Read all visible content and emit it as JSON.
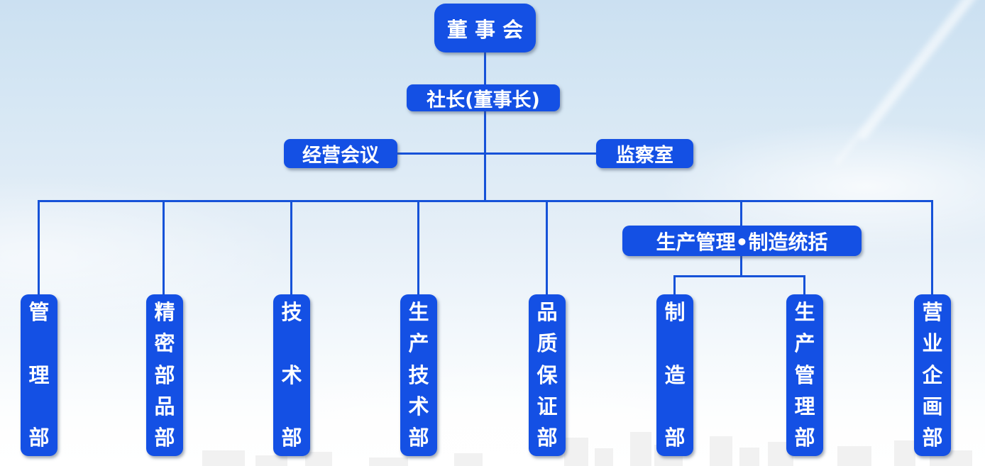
{
  "org_chart": {
    "board": "董 事 会",
    "president": "社长(董事长)",
    "management_meeting": "经营会议",
    "audit_office": "监察室",
    "production_mfg_group": "生产管理•制造统括",
    "departments": [
      {
        "name": "管理部",
        "chars": [
          "管",
          "理",
          "部"
        ]
      },
      {
        "name": "精密部品部",
        "chars": [
          "精",
          "密",
          "部",
          "品",
          "部"
        ]
      },
      {
        "name": "技术部",
        "chars": [
          "技",
          "术",
          "部"
        ]
      },
      {
        "name": "生产技术部",
        "chars": [
          "生",
          "产",
          "技",
          "术",
          "部"
        ]
      },
      {
        "name": "品质保证部",
        "chars": [
          "品",
          "质",
          "保",
          "证",
          "部"
        ]
      },
      {
        "name": "制造部",
        "chars": [
          "制",
          "造",
          "部"
        ]
      },
      {
        "name": "生产管理部",
        "chars": [
          "生",
          "产",
          "管",
          "理",
          "部"
        ]
      },
      {
        "name": "营业企画部",
        "chars": [
          "营",
          "业",
          "企",
          "画",
          "部"
        ]
      }
    ],
    "colors": {
      "node_fill": "#1450e4",
      "connector": "#1652d8",
      "label_text": "#ffffff",
      "sky_top": "#cbe0f1",
      "sky_bottom": "#ffffff"
    }
  }
}
